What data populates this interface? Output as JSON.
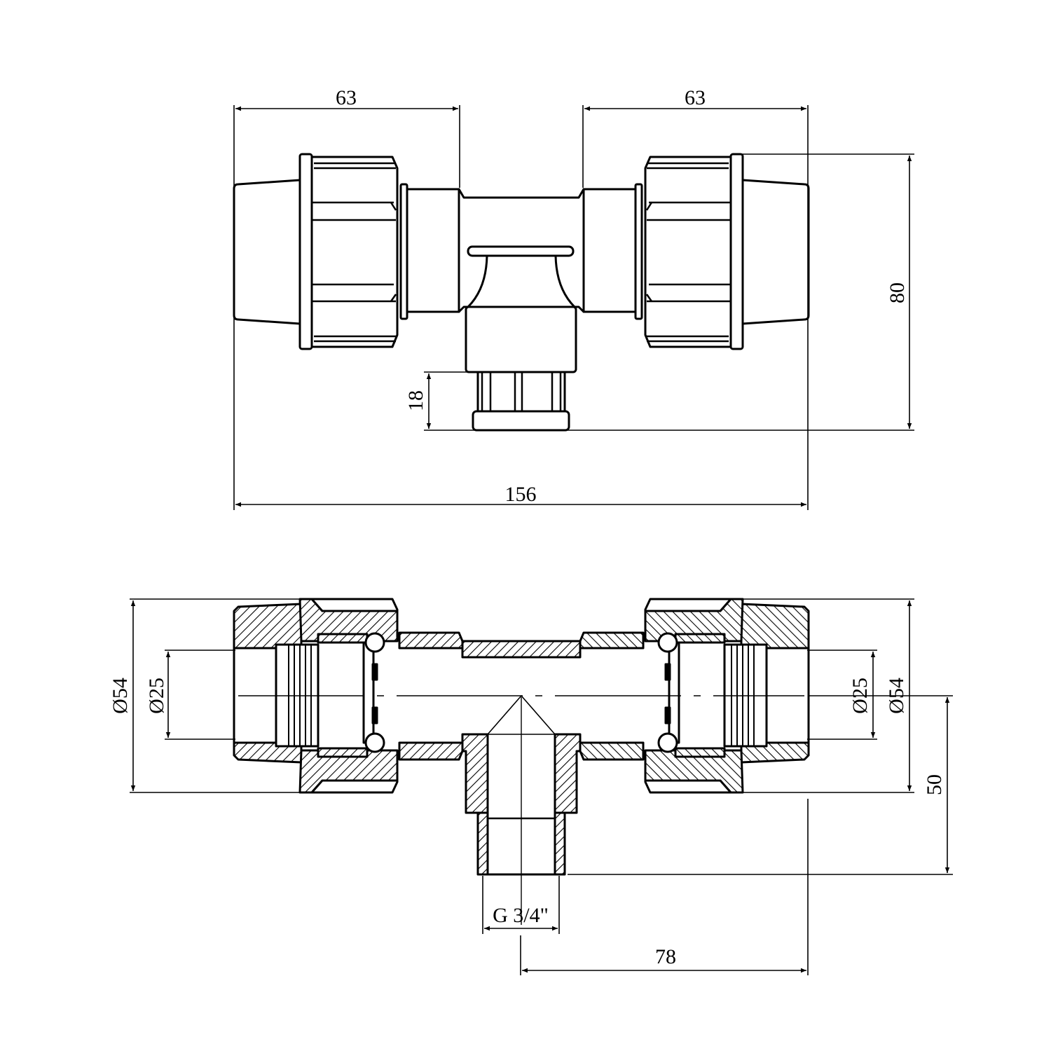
{
  "drawing": {
    "colors": {
      "line": "#000000",
      "background": "#ffffff"
    },
    "top_view": {
      "dim_left_length": "63",
      "dim_right_length": "63",
      "dim_height": "80",
      "dim_outlet": "18",
      "dim_total_length": "156"
    },
    "section_view": {
      "dim_left_outer_dia": "Ø54",
      "dim_left_inner_dia": "Ø25",
      "dim_right_inner_dia": "Ø25",
      "dim_right_outer_dia": "Ø54",
      "dim_branch_height": "50",
      "dim_thread": "G 3/4\"",
      "dim_half_length": "78"
    }
  }
}
